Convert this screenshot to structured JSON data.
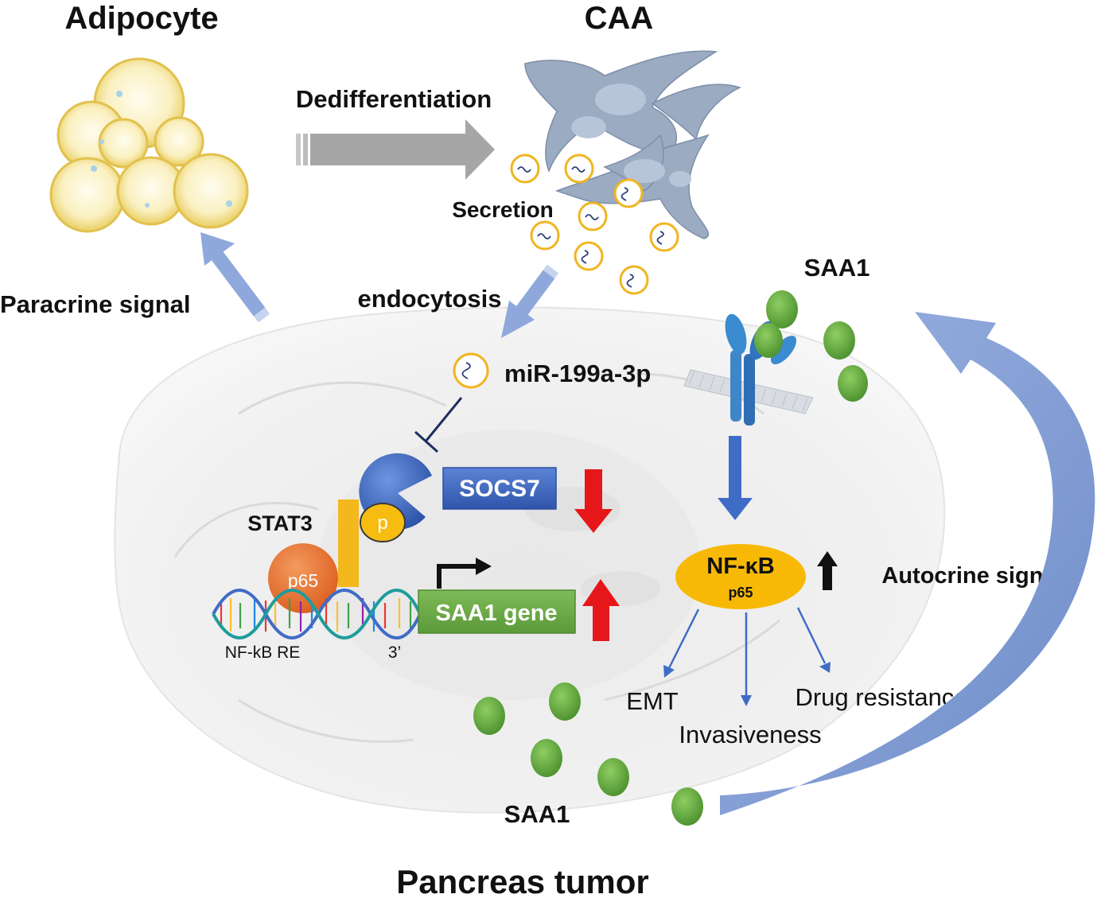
{
  "labels": {
    "adipocyte": "Adipocyte",
    "caa": "CAA",
    "dedifferentiation": "Dedifferentiation",
    "secretion": "Secretion",
    "paracrine_signal": "Paracrine signal",
    "endocytosis": "endocytosis",
    "mirna": "miR-199a-3p",
    "saa1_top": "SAA1",
    "socs7": "SOCS7",
    "stat3": "STAT3",
    "p": "p",
    "p65_dna": "p65",
    "saa1_gene": "SAA1 gene",
    "nfkb_re": "NF-kB RE",
    "three_prime": "3’",
    "nfkb": "NF-κB",
    "nfkb_p65": "p65",
    "autocrine_signal": "Autocrine signal",
    "emt": "EMT",
    "invasiveness": "Invasiveness",
    "drug_resistance": "Drug resistance",
    "saa1_bottom": "SAA1",
    "pancreas_tumor": "Pancreas tumor"
  },
  "colors": {
    "adipocyte_fill": "#f6e7a6",
    "vesicle_ring": "#f0b520",
    "caa_cell": "#98a9c0",
    "saa1_green": "#5aa33a",
    "socs7_blue": "#3f67c4",
    "saa1_gene_green": "#6aa846",
    "stat3_yellow": "#f3b81c",
    "p65_orange": "#ea7432",
    "nfkb_yellow": "#f7b906",
    "down_red": "#e6171b",
    "light_blue_arrow": "#8fa8dc",
    "blue_arrow": "#3f6cc6",
    "gray_arrow": "#a6a6a6"
  },
  "icons": [
    "adipocyte-cluster-icon",
    "caa-cell-icon",
    "exosome-vesicle-icon",
    "saa1-protein-icon",
    "membrane-receptor-icon",
    "dna-helix-icon",
    "transcription-start-arrow-icon",
    "inhibition-bar-icon"
  ]
}
